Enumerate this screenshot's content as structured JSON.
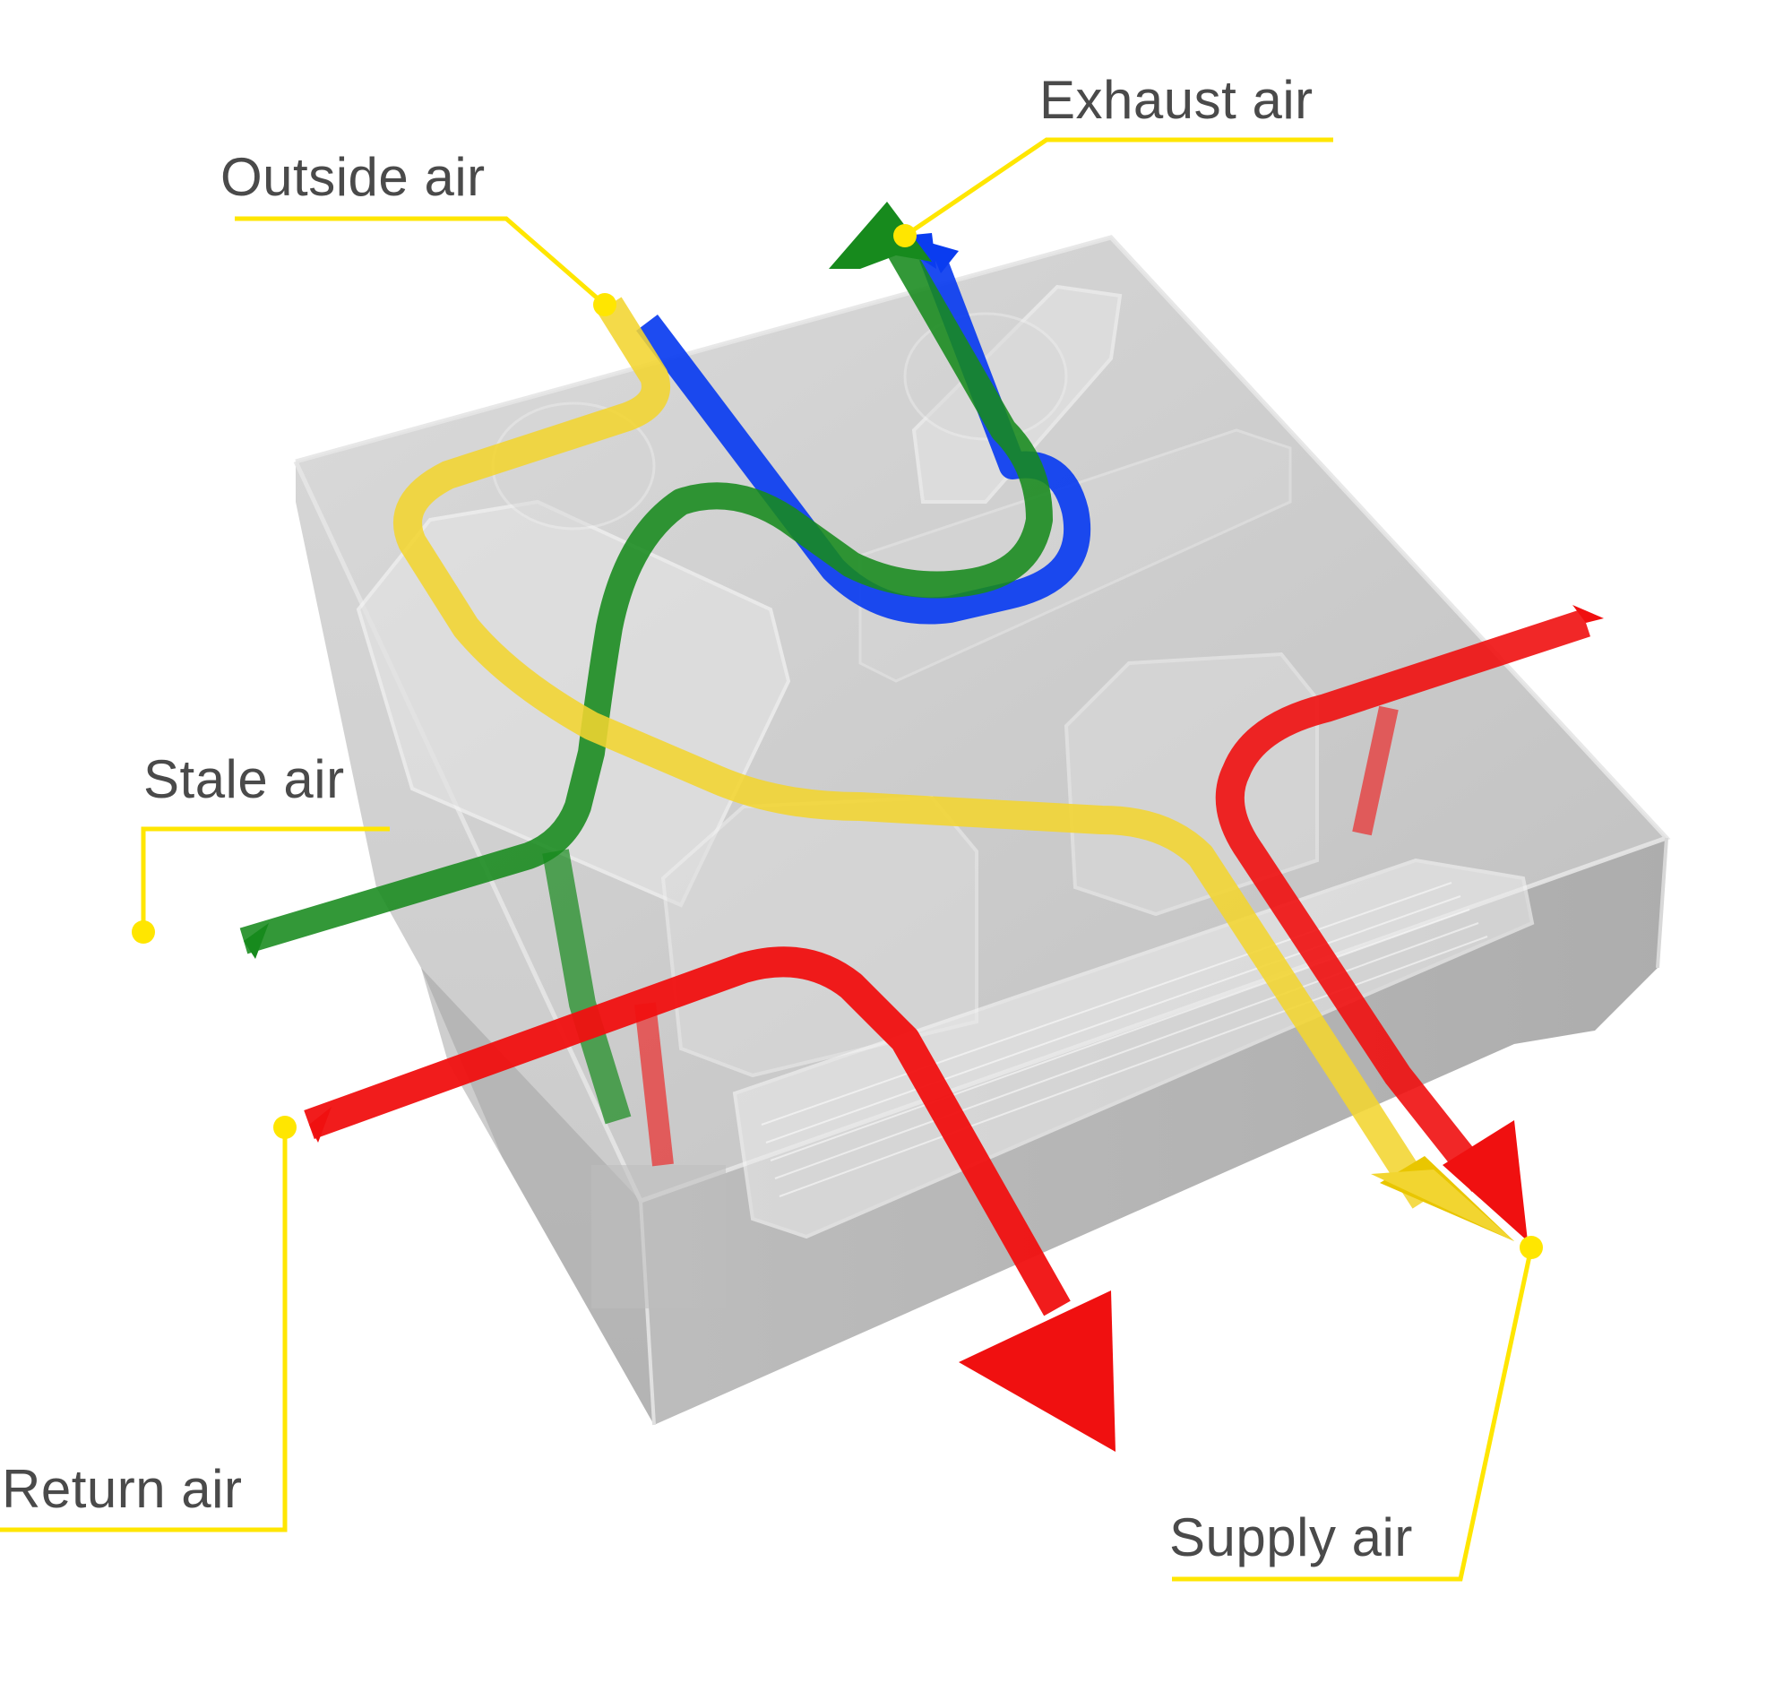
{
  "labels": {
    "outside_air": "Outside air",
    "exhaust_air": "Exhaust air",
    "stale_air": "Stale air",
    "return_air": "Return air",
    "supply_air": "Supply air"
  },
  "colors": {
    "outside_air": "#f2d530",
    "exhaust_air": "#0a3cf0",
    "stale_air": "#178a1d",
    "return_air": "#f01010",
    "supply_air": "#f01010",
    "leader_line": "#ffe600",
    "label_text": "#4a4a4a",
    "unit_casing": "#9a9a9a"
  }
}
